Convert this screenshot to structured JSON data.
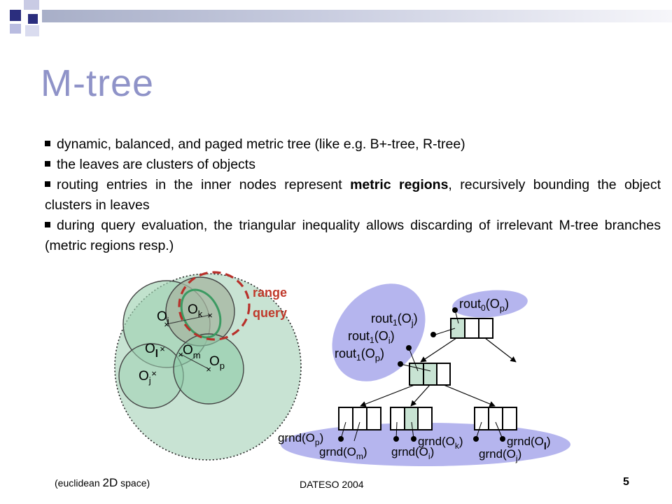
{
  "slide": {
    "title": "M-tree",
    "bullets": [
      {
        "pre": "dynamic, balanced, and paged metric tree (like e.g. B+-tree, R-tree)",
        "bold": "",
        "post": ""
      },
      {
        "pre": "the leaves are clusters of objects",
        "bold": "",
        "post": ""
      },
      {
        "pre": "routing entries in the inner nodes represent ",
        "bold": "metric regions",
        "post": ", recursively bounding the object clusters in leaves"
      },
      {
        "pre": "during query evaluation, the triangular inequality allows discarding of irrelevant M-tree branches (metric regions resp.)",
        "bold": "",
        "post": ""
      }
    ]
  },
  "diagram": {
    "range_query_label": [
      "range",
      "query"
    ],
    "objects": {
      "Oi": {
        "base": "O",
        "sub": "i"
      },
      "Ok": {
        "base": "O",
        "sub": "k"
      },
      "Ol": {
        "base": "O",
        "sub": "l"
      },
      "Om": {
        "base": "O",
        "sub": "m"
      },
      "Op": {
        "base": "O",
        "sub": "p"
      },
      "Oj": {
        "base": "O",
        "sub": "j"
      }
    },
    "tree_labels": {
      "rout0_Op": {
        "a": "rout",
        "s": "0",
        "b": "(O",
        "t": "p",
        "c": ")"
      },
      "rout1_Oj": {
        "a": "rout",
        "s": "1",
        "b": "(O",
        "t": "j",
        "c": ")"
      },
      "rout1_Oi": {
        "a": "rout",
        "s": "1",
        "b": "(O",
        "t": "i",
        "c": ")"
      },
      "rout1_Op": {
        "a": "rout",
        "s": "1",
        "b": "(O",
        "t": "p",
        "c": ")"
      },
      "grnd_Op": {
        "a": "grnd(O",
        "t": "p",
        "c": ")"
      },
      "grnd_Om": {
        "a": "grnd(O",
        "t": "m",
        "c": ")"
      },
      "grnd_Ok": {
        "a": "grnd(O",
        "t": "k",
        "c": ")"
      },
      "grnd_Oi": {
        "a": "grnd(O",
        "t": "i",
        "c": ")"
      },
      "grnd_Ol": {
        "a": "grnd(O",
        "t": "l",
        "c": ")"
      },
      "grnd_Oj": {
        "a": "grnd(O",
        "t": "j",
        "c": ")"
      }
    }
  },
  "footer": {
    "caption_pre": "(euclidean ",
    "caption_big": "2D",
    "caption_post": " space)",
    "conference": "DATESO 2004",
    "page_number": "5"
  }
}
